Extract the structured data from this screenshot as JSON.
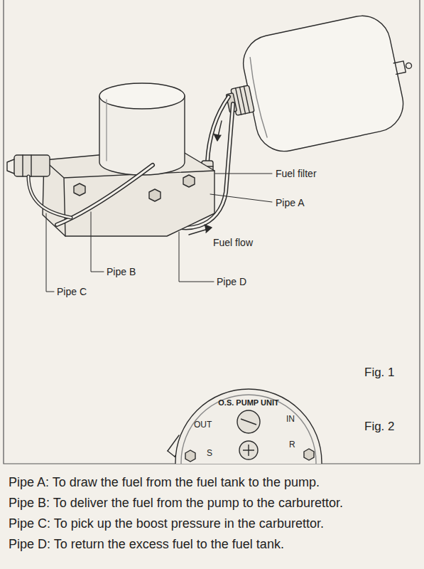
{
  "diagram": {
    "nodes": [
      {
        "text": [
          "O.S. PUMP UNIT",
          "OUT",
          "IN",
          "S",
          "R"
        ]
      }
    ],
    "labels": [
      "Fuel filter",
      "Pipe A",
      "Fuel flow",
      "Pipe B",
      "Pipe D",
      "Pipe C",
      "Fig. 1",
      "Fig. 2",
      "Pipe A: To draw the fuel from the fuel tank to the pump.",
      "Pipe B: To deliver the fuel from the pump to the carburettor.",
      "Pipe C: To pick up the boost pressure in the carburettor.",
      "Pipe D: To return the excess fuel to the fuel tank."
    ]
  }
}
